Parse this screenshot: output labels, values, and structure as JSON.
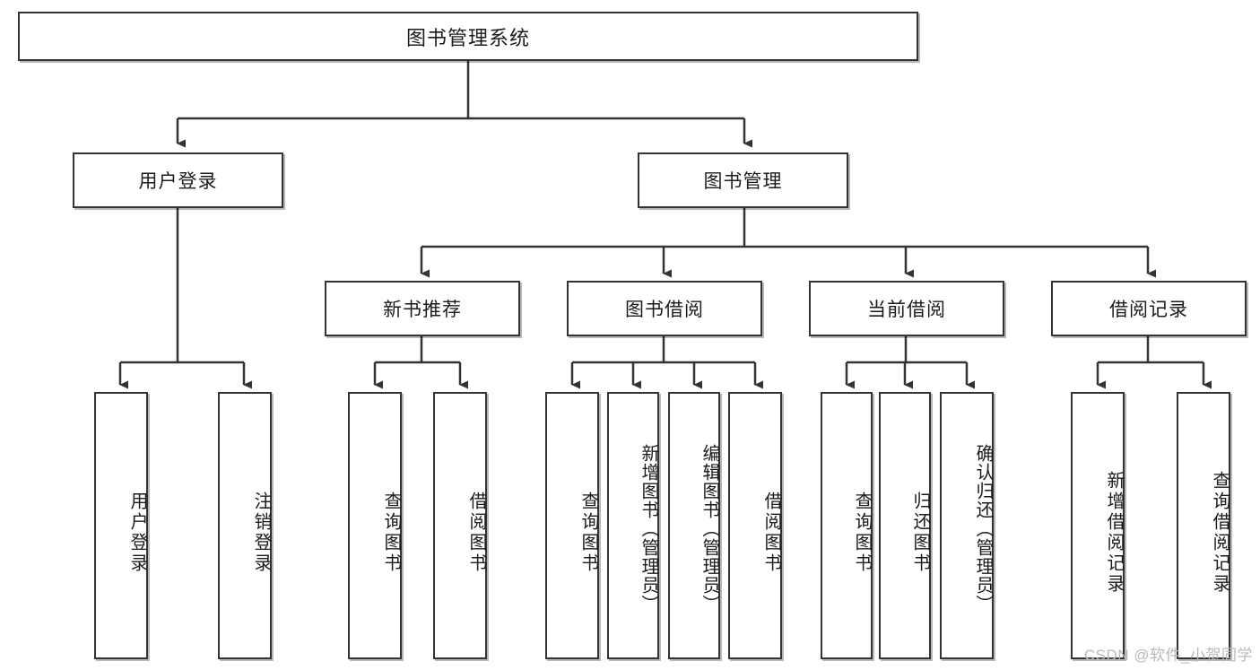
{
  "diagram": {
    "title": "图书管理系统",
    "type": "功能结构图",
    "watermark": "CSDN @软件_小贺同学",
    "colors": {
      "box_border": "#333333",
      "box_fill": "#ffffff",
      "edge": "#333333",
      "text": "#1b1b1b",
      "watermark": "#b9b9b9"
    },
    "levels": {
      "root": [
        "图书管理系统"
      ],
      "level2": [
        "用户登录",
        "图书管理"
      ],
      "level3": [
        "新书推荐",
        "图书借阅",
        "当前借阅",
        "借阅记录"
      ],
      "leaves": [
        "用户登录",
        "注销登录",
        "查询图书",
        "借阅图书",
        "查询图书",
        "新增图书（管理员）",
        "编辑图书（管理员）",
        "借阅图书",
        "查询图书",
        "归还图书",
        "确认归还（管理员）",
        "新增借阅记录",
        "查询借阅记录"
      ]
    },
    "nodes": {
      "root": {
        "label": "图书管理系统"
      },
      "user_login": {
        "label": "用户登录"
      },
      "book_manage": {
        "label": "图书管理"
      },
      "new_book_rec": {
        "label": "新书推荐"
      },
      "book_borrow": {
        "label": "图书借阅"
      },
      "current_borrow": {
        "label": "当前借阅"
      },
      "borrow_record": {
        "label": "借阅记录"
      },
      "leaf_user_login": {
        "label": "用户登录"
      },
      "leaf_logout": {
        "label": "注销登录"
      },
      "leaf_query_book_1": {
        "label": "查询图书"
      },
      "leaf_borrow_book_1": {
        "label": "借阅图书"
      },
      "leaf_query_book_2": {
        "label": "查询图书"
      },
      "leaf_add_book_admin": {
        "label": "新增图书（管理员）"
      },
      "leaf_edit_book_admin": {
        "label": "编辑图书（管理员）"
      },
      "leaf_borrow_book_2": {
        "label": "借阅图书"
      },
      "leaf_query_book_3": {
        "label": "查询图书"
      },
      "leaf_return_book": {
        "label": "归还图书"
      },
      "leaf_confirm_return_admin": {
        "label": "确认归还（管理员）"
      },
      "leaf_add_record": {
        "label": "新增借阅记录"
      },
      "leaf_query_record": {
        "label": "查询借阅记录"
      }
    }
  }
}
